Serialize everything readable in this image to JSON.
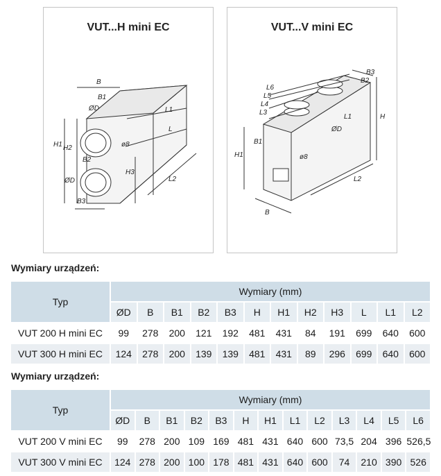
{
  "panels": {
    "h": {
      "title": "VUT...H mini EC",
      "labels": [
        "B",
        "B1",
        "ØD",
        "L1",
        "L",
        "H1",
        "H2",
        "B2",
        "ØD",
        "H3",
        "L2",
        "B3",
        "ø8"
      ]
    },
    "v": {
      "title": "VUT...V mini EC",
      "labels": [
        "B3",
        "B2",
        "L6",
        "L5",
        "L4",
        "L3",
        "ØD",
        "L1",
        "H",
        "H1",
        "B1",
        "ø8",
        "L2",
        "B"
      ]
    }
  },
  "table_h": {
    "section_title": "Wymiary urządzeń:",
    "typ_header": "Typ",
    "group_header": "Wymiary (mm)",
    "columns": [
      "ØD",
      "B",
      "B1",
      "B2",
      "B3",
      "H",
      "H1",
      "H2",
      "H3",
      "L",
      "L1",
      "L2"
    ],
    "rows": [
      {
        "label": "VUT 200 H mini EC",
        "values": [
          "99",
          "278",
          "200",
          "121",
          "192",
          "481",
          "431",
          "84",
          "191",
          "699",
          "640",
          "600"
        ]
      },
      {
        "label": "VUT 300 H mini EC",
        "values": [
          "124",
          "278",
          "200",
          "139",
          "139",
          "481",
          "431",
          "89",
          "296",
          "699",
          "640",
          "600"
        ]
      }
    ]
  },
  "table_v": {
    "section_title": "Wymiary urządzeń:",
    "typ_header": "Typ",
    "group_header": "Wymiary (mm)",
    "columns": [
      "ØD",
      "B",
      "B1",
      "B2",
      "B3",
      "H",
      "H1",
      "L1",
      "L2",
      "L3",
      "L4",
      "L5",
      "L6"
    ],
    "rows": [
      {
        "label": "VUT 200 V mini EC",
        "values": [
          "99",
          "278",
          "200",
          "109",
          "169",
          "481",
          "431",
          "640",
          "600",
          "73,5",
          "204",
          "396",
          "526,5"
        ]
      },
      {
        "label": "VUT 300 V mini EC",
        "values": [
          "124",
          "278",
          "200",
          "100",
          "178",
          "481",
          "431",
          "640",
          "600",
          "74",
          "210",
          "390",
          "526"
        ]
      }
    ]
  }
}
